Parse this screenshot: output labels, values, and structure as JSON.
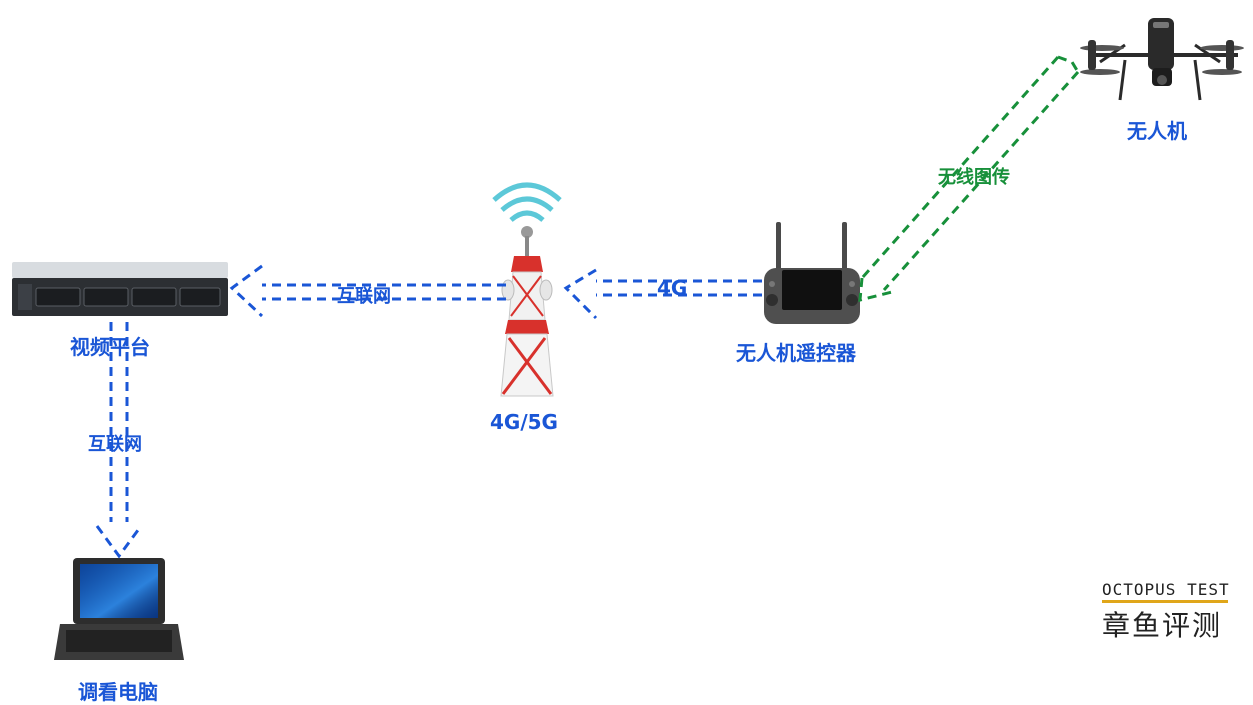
{
  "nodes": {
    "drone": "无人机",
    "remote": "无人机遥控器",
    "tower": "4G/5G",
    "platform": "视频平台",
    "pc": "调看电脑"
  },
  "links": {
    "wireless": "无线图传",
    "cellular": "4G",
    "internet_h": "互联网",
    "internet_v": "互联网"
  },
  "logo": {
    "en": "OCTOPUS TEST",
    "cn": "章鱼评测"
  },
  "colors": {
    "blue": "#1a56d6",
    "green": "#17903a",
    "logo_accent": "#e0a61a"
  }
}
